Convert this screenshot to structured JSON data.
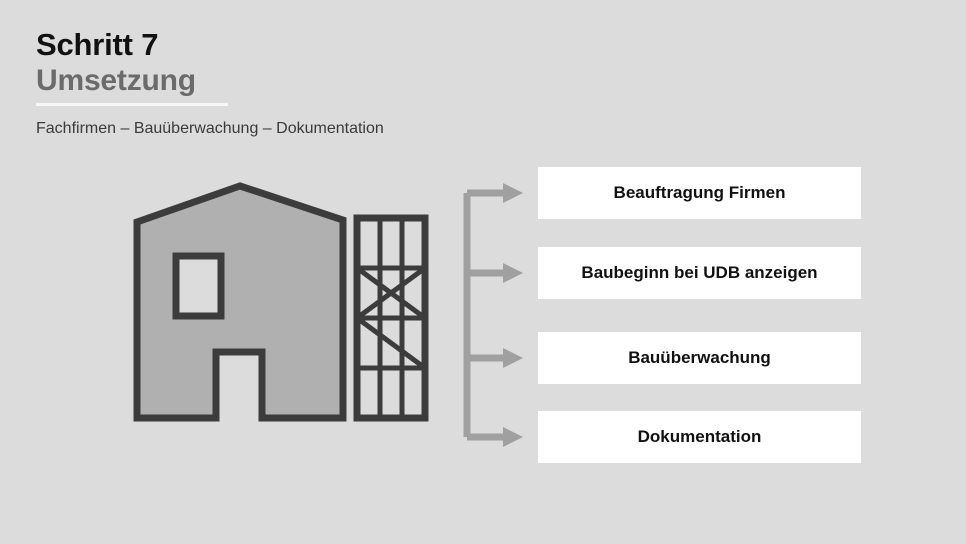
{
  "slide": {
    "background_color": "#dcdcdc",
    "header": {
      "step_title": "Schritt 7",
      "phase_title": "Umsetzung",
      "subtitle": "Fachfirmen – Bauüberwachung – Dokumentation",
      "rule_color": "#f7f7f7"
    },
    "illustration": {
      "name": "house-with-scaffold-illustration",
      "house_fill": "#b0b0b0",
      "house_stroke": "#3c3c3c",
      "window_fill": "#dcdcdc",
      "door_fill": "#dcdcdc",
      "scaffold_stroke": "#3c3c3c",
      "scaffold_fill": "#dcdcdc",
      "scaffold_rows": 4,
      "scaffold_columns": 3
    },
    "connectors": {
      "name": "branching-arrow-connector",
      "color": "#a0a0a0",
      "count": 4
    },
    "steps": [
      {
        "label": "Beauftragung Firmen"
      },
      {
        "label": "Baubeginn bei UDB anzeigen"
      },
      {
        "label": "Bauüberwachung"
      },
      {
        "label": "Dokumentation"
      }
    ]
  }
}
